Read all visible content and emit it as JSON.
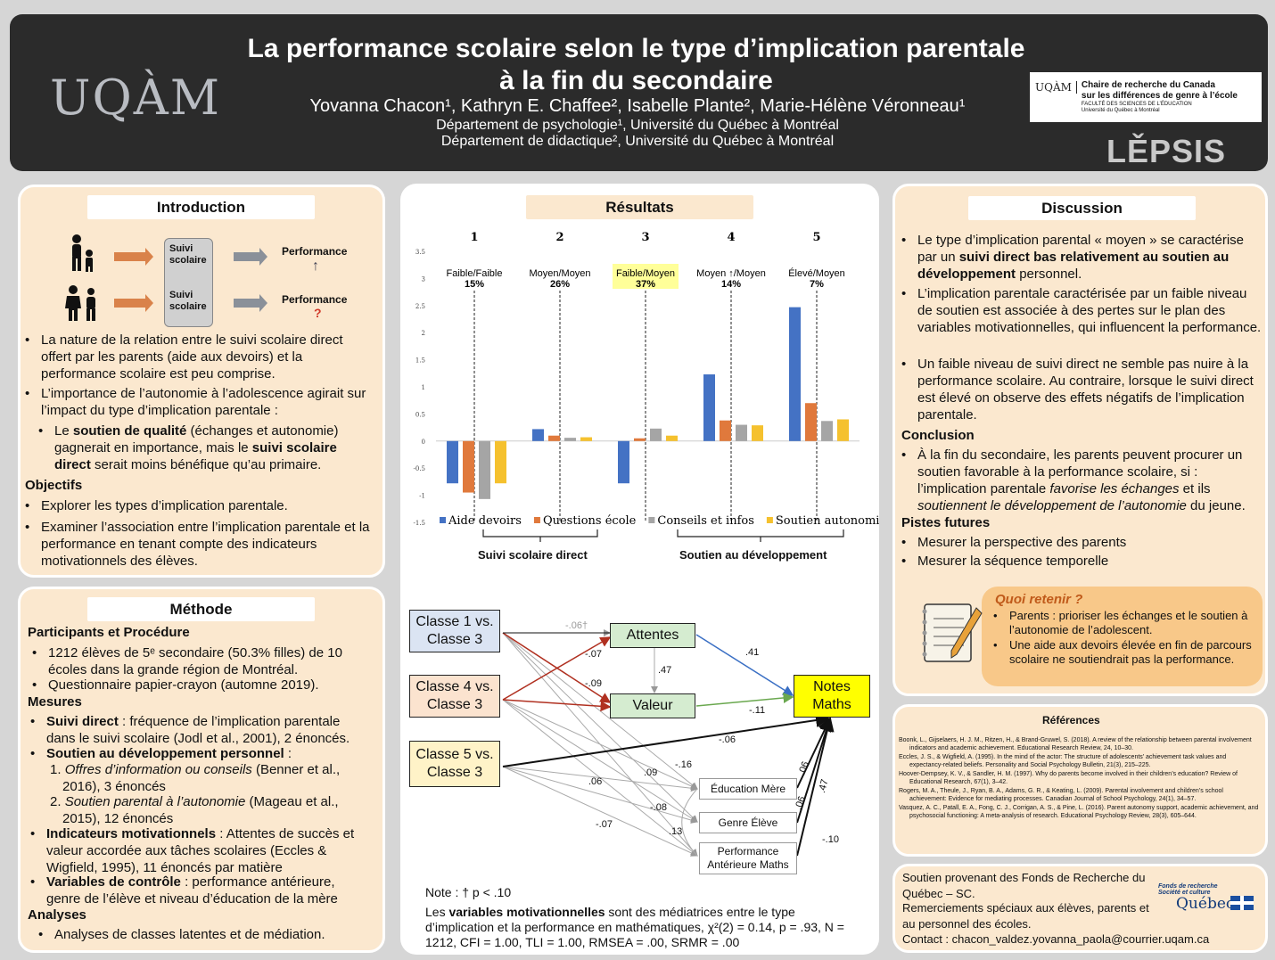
{
  "header": {
    "logo": "UQÀM",
    "title_line1": "La performance scolaire selon le type d’implication parentale",
    "title_line2": "à la fin du secondaire",
    "authors": "Yovanna Chacon¹, Kathryn E. Chaffee², Isabelle Plante², Marie-Hélène Véronneau¹",
    "affiliation1": "Département de psychologie¹, Université du Québec à Montréal",
    "affiliation2": "Département de didactique², Université du Québec à Montréal",
    "chaire_uqam": "UQÀM",
    "chaire_line1": "Chaire de recherche du Canada",
    "chaire_line2": "sur les différences de genre à l’école",
    "chaire_sub1": "FACULTÉ DES SCIENCES DE L’ÉDUCATION",
    "chaire_sub2": "Université du Québec à Montréal",
    "lepsis": "LĚPSIS"
  },
  "introduction": {
    "title": "Introduction",
    "suivi_label1": "Suivi scolaire",
    "suivi_label2": "Suivi scolaire",
    "performance1": "Performance",
    "performance1_symbol": "↑",
    "performance2": "Performance",
    "performance2_symbol": "?",
    "bullet1": "La nature de la relation entre le suivi scolaire direct offert par les parents (aide aux devoirs) et la performance scolaire est peu comprise.",
    "bullet2": "L’importance de l’autonomie à l’adolescence agirait sur l’impact du type d’implication parentale :",
    "sub1_a": "Le ",
    "sub1_b": "soutien de qualité",
    "sub1_c": " (échanges et autonomie) gagnerait en importance, mais le ",
    "sub1_d": "suivi scolaire direct",
    "sub1_e": " serait moins bénéfique qu’au primaire.",
    "objectifs_title": "Objectifs",
    "obj1": "Explorer les types d’implication parentale.",
    "obj2": "Examiner l’association entre l’implication parentale et la performance en tenant compte des indicateurs motivationnels des élèves."
  },
  "methode": {
    "title": "Méthode",
    "h_participants": "Participants et Procédure",
    "p1": "1212 élèves de 5ᵉ secondaire (50.3% filles) de 10 écoles dans la grande région de Montréal.",
    "p2": "Questionnaire papier-crayon (automne 2019).",
    "h_mesures": "Mesures",
    "m1_b": "Suivi direct",
    "m1": " : fréquence de l’implication parentale dans le suivi scolaire (Jodl et al., 2001), 2 énoncés.",
    "m2_b": "Soutien au développement personnel",
    "m2": " :",
    "m2_1a": "1. ",
    "m2_1i": "Offres d’information ou conseils",
    "m2_1": " (Benner et al., 2016), 3 énoncés",
    "m2_2a": "2. ",
    "m2_2i": "Soutien parental à l’autonomie",
    "m2_2": " (Mageau et al., 2015), 12 énoncés",
    "m3_b": "Indicateurs motivationnels",
    "m3": " : Attentes de succès et valeur accordée aux tâches scolaires (Eccles & Wigfield, 1995), 11 énoncés par matière",
    "m4_b": "Variables de contrôle",
    "m4": " : performance antérieure, genre de l’élève et niveau d’éducation de la mère",
    "h_analyses": "Analyses",
    "a1": "Analyses de classes latentes et de médiation."
  },
  "resultats": {
    "title": "Résultats",
    "group_left": "Suivi scolaire direct",
    "group_right": "Soutien au développement"
  },
  "chart_data": {
    "type": "bar",
    "categories": [
      "1",
      "2",
      "3",
      "4",
      "5"
    ],
    "class_labels": [
      "Faible/Faible",
      "Moyen/Moyen",
      "Faible/Moyen",
      "Moyen ↑/Moyen",
      "Élevé/Moyen"
    ],
    "class_pct": [
      "15%",
      "26%",
      "37%",
      "14%",
      "7%"
    ],
    "highlight_index": 2,
    "highlight_color": "#ffff99",
    "ylim": [
      -1.5,
      3.5
    ],
    "yticks": [
      "3.5",
      "3",
      "2.5",
      "2",
      "1.5",
      "1",
      "0.5",
      "0",
      "-0.5",
      "-1",
      "-1.5"
    ],
    "ytick_values": [
      3.5,
      3,
      2.5,
      2,
      1.5,
      1,
      0.5,
      0,
      -0.5,
      -1,
      -1.5
    ],
    "series": [
      {
        "name": "Aide devoirs",
        "color": "#4472c4",
        "values": [
          -0.78,
          0.22,
          -0.78,
          1.23,
          2.47
        ]
      },
      {
        "name": "Questions école",
        "color": "#e0793c",
        "values": [
          -0.95,
          0.1,
          0.05,
          0.38,
          0.7
        ]
      },
      {
        "name": "Conseils et infos",
        "color": "#a5a5a5",
        "values": [
          -1.07,
          0.06,
          0.23,
          0.3,
          0.37
        ]
      },
      {
        "name": "Soutien autonomie",
        "color": "#f5c12e",
        "values": [
          -0.78,
          0.07,
          0.1,
          0.29,
          0.4
        ]
      }
    ]
  },
  "mediation": {
    "c1": "Classe 1 vs. Classe 3",
    "c4": "Classe 4 vs. Classe 3",
    "c5": "Classe 5 vs. Classe 3",
    "attentes": "Attentes",
    "valeur": "Valeur",
    "notes": "Notes Maths",
    "edu": "Éducation Mère",
    "genre": "Genre Élève",
    "perf": "Performance Antérieure Maths",
    "coef": [
      "-.06†",
      "-.07",
      "-.09",
      ".47",
      ".41",
      "-.11",
      "-.06",
      "-.16",
      ".09",
      ".06",
      "-.08",
      ".13",
      "-.07",
      ".06",
      ".06",
      ".47",
      "-.10"
    ],
    "note1": "Note : † p < .10",
    "note2a": "Les ",
    "note2b": "variables motivationnelles",
    "note2c": " sont des médiatrices entre le type d’implication et la performance en mathématiques, χ²(2) = 0.14, p = .93, N = 1212, CFI = 1.00, TLI = 1.00, RMSEA = .00, SRMR = .00"
  },
  "discussion": {
    "title": "Discussion",
    "d1a": "Le type d’implication parental « moyen » se caractérise par un ",
    "d1b": "suivi direct bas relativement au soutien au développement",
    "d1c": " personnel.",
    "d2": "L’implication parentale caractérisée par un faible niveau de soutien est associée à des pertes sur le plan des variables motivationnelles, qui influencent la performance.",
    "d3": "Un faible niveau de suivi direct ne semble pas nuire à la performance scolaire. Au contraire, lorsque le suivi direct est élevé on observe des effets négatifs de l’implication parentale.",
    "h_conclusion": "Conclusion",
    "c1a": "À la fin du secondaire, les parents peuvent procurer un soutien favorable à la performance scolaire, si : l’implication parentale ",
    "c1b": "favorise les échanges",
    "c1c": " et ils ",
    "c1d": "soutiennent le développement de l’autonomie",
    "c1e": " du jeune.",
    "h_pistes": "Pistes futures",
    "pf1": "Mesurer la perspective des parents",
    "pf2": "Mesurer la séquence temporelle",
    "retenir_title": "Quoi retenir ?",
    "r1": "Parents : prioriser les échanges et le soutien à l’autonomie de l’adolescent.",
    "r2": "Une aide aux devoirs élevée en fin de parcours scolaire ne soutiendrait pas la performance."
  },
  "references": {
    "title": "Références",
    "items": [
      "Boonk, L., Gijselaers, H. J. M., Ritzen, H., & Brand-Gruwel, S. (2018). A review of the relationship between parental involvement indicators and academic achievement. Educational Research Review, 24, 10–30.",
      "Eccles, J. S., & Wigfield, A. (1995). In the mind of the actor: The structure of adolescents’ achievement task values and expectancy-related beliefs. Personality and Social Psychology Bulletin, 21(3), 215–225.",
      "Hoover-Dempsey, K. V., & Sandler, H. M. (1997). Why do parents become involved in their children’s education? Review of Educational Research, 67(1), 3–42.",
      "Rogers, M. A., Theule, J., Ryan, B. A., Adams, G. R., & Keating, L. (2009). Parental involvement and children’s school achievement: Evidence for mediating processes. Canadian Journal of School Psychology, 24(1), 34–57.",
      "Vasquez, A. C., Patall, E. A., Fong, C. J., Corrigan, A. S., & Pine, L. (2016). Parent autonomy support, academic achievement, and psychosocial functioning: A meta-analysis of research. Educational Psychology Review, 28(3), 605–644."
    ]
  },
  "funding": {
    "l1": "Soutien provenant des Fonds de Recherche du Québec – SC.",
    "l2": "Remerciements spéciaux aux élèves, parents et au personnel des écoles.",
    "l3": "Contact : chacon_valdez.yovanna_paola@courrier.uqam.ca",
    "frq1": "Fonds de recherche",
    "frq2": "Société et culture",
    "quebec": "Québec"
  }
}
